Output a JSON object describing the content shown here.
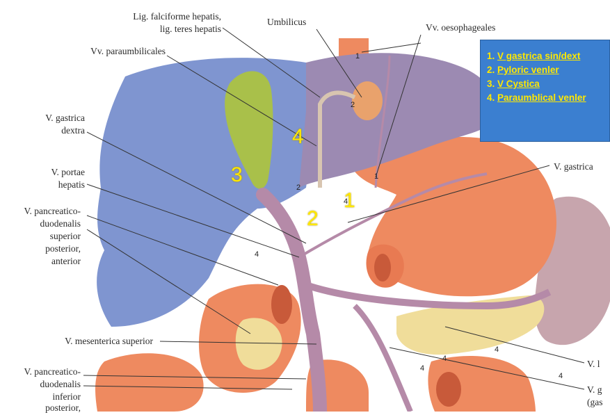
{
  "labels": {
    "lig_falciforme": "Lig. falciforme hepatis,",
    "lig_teres": "lig. teres hepatis",
    "umbilicus": "Umbilicus",
    "vv_oesophageales": "Vv. oesophageales",
    "vv_paraumbilicales": "Vv. paraumbilicales",
    "v_gastrica_dextra_1": "V. gastrica",
    "v_gastrica_dextra_2": "dextra",
    "v_portae_1": "V. portae",
    "v_portae_2": "hepatis",
    "v_pd_sup_1": "V. pancreatico-",
    "v_pd_sup_2": "duodenalis",
    "v_pd_sup_3": "superior",
    "v_pd_sup_4": "posterior,",
    "v_pd_sup_5": "anterior",
    "v_mesenterica_superior": "V. mesenterica superior",
    "v_pd_inf_1": "V. pancreatico-",
    "v_pd_inf_2": "duodenalis",
    "v_pd_inf_3": "inferior",
    "v_pd_inf_4": "posterior,",
    "v_gastrica_right": "V. gastrica",
    "v_l_partial": "V. l",
    "v_g_partial": "V. g",
    "gas_partial": "(gas"
  },
  "markers": {
    "m1": "1",
    "m2": "2",
    "m3": "3",
    "m4": "4"
  },
  "small_numbers": {
    "s1_oeso": "1",
    "s2_umb": "2",
    "s1_stomach": "1",
    "s2_liver": "2",
    "s4_a": "4",
    "s4_b": "4",
    "s4_c": "4",
    "s4_d": "4",
    "s4_e": "4",
    "s4_f": "4"
  },
  "legend": {
    "items": [
      {
        "num": "1.",
        "text": "V gastrica sin/dext"
      },
      {
        "num": "2.",
        "text": "Pyloric venler"
      },
      {
        "num": "3.",
        "text": "V Cystica"
      },
      {
        "num": "4.",
        "text": "Paraumblical venler"
      }
    ]
  },
  "colors": {
    "liver_right": "#7f95d0",
    "liver_left": "#9c8ab2",
    "gallbladder": "#a9c04a",
    "stomach": "#ee8a60",
    "spleen": "#c7a5ad",
    "pancreas": "#f0dd9a",
    "vein": "#b58aa8",
    "marker": "#ffe800",
    "legend_bg": "#3b7fd0"
  }
}
